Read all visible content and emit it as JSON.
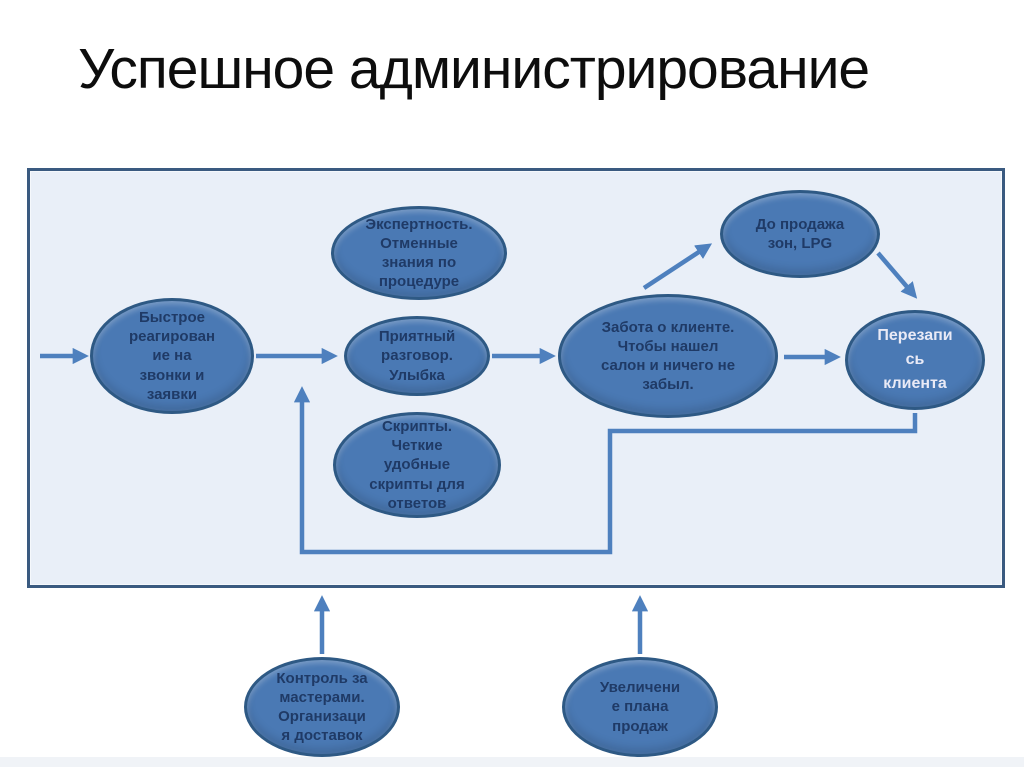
{
  "title": "Успешное администрирование",
  "colors": {
    "node_fill": "#4a79b4",
    "node_border": "#2e5984",
    "text_dark": "#1f3a66",
    "text_light": "#e9eaf6",
    "arrow": "#4e80be",
    "panel_fill": "#e9eff8",
    "panel_border": "#3a5a80",
    "title_color": "#0d0d0d",
    "strip": "#f0f3f7"
  },
  "diagram": {
    "nodes": {
      "fast_response": {
        "label": "Быстрое\nреагирован\nие на\nзвонки и\nзаявки"
      },
      "expertise": {
        "label": "Экспертность.\nОтменные\nзнания по\nпроцедуре"
      },
      "conversation": {
        "label": "Приятный\nразговор.\nУлыбка"
      },
      "scripts": {
        "label": "Скрипты.\nЧеткие\nудобные\nскрипты для\nответов"
      },
      "client_care": {
        "label": "Забота о клиенте.\nЧтобы нашел\nсалон и ничего не\nзабыл."
      },
      "presale": {
        "label": "До продажа\nзон, LPG"
      },
      "rebooking": {
        "label": "Перезапи\nсь\nклиента"
      },
      "masters_control": {
        "label": "Контроль за\nмастерами.\nОрганизаци\nя доставок"
      },
      "sales_plan": {
        "label": "Увеличени\nе плана\nпродаж"
      }
    }
  }
}
